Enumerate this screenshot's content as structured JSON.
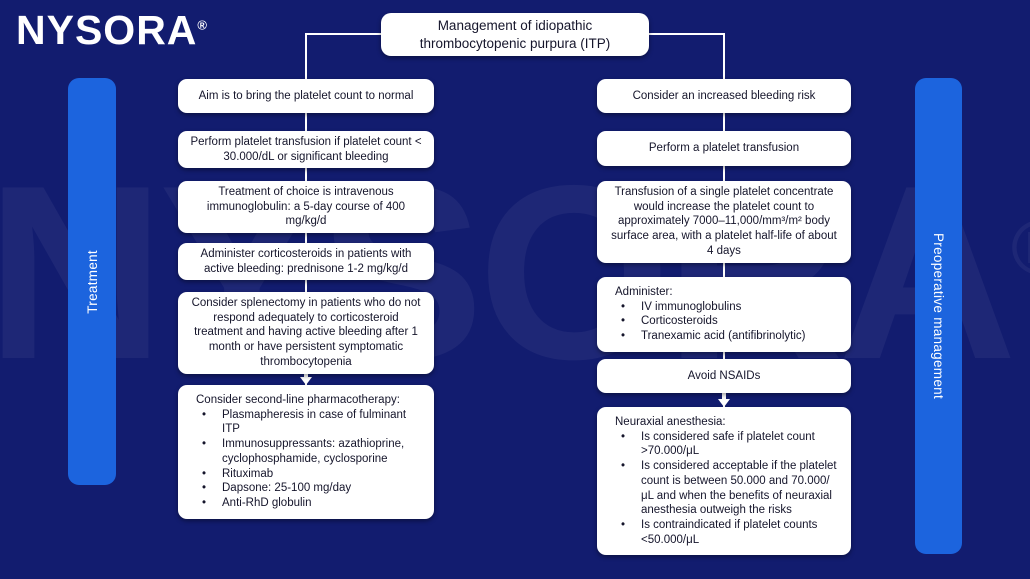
{
  "brand": {
    "logo_text": "NYSORA",
    "registered_mark": "®"
  },
  "watermark": {
    "text": "NYSORA",
    "registered_mark": "®"
  },
  "colors": {
    "background": "#121C6F",
    "lane_blue": "#1C64DE",
    "box_bg": "#FFFFFF",
    "box_text": "#15152B",
    "connector": "#FFFFFF"
  },
  "flowchart": {
    "title": "Management of idiopathic thrombocytopenic purpura (ITP)",
    "lanes": {
      "treatment": {
        "label": "Treatment",
        "boxes": [
          {
            "text": "Aim is to bring the platelet count to normal"
          },
          {
            "text": "Perform platelet transfusion if platelet count < 30.000/dL or significant bleeding"
          },
          {
            "text": "Treatment of choice is intravenous immunoglobulin: a 5-day course of 400 mg/kg/d"
          },
          {
            "text": "Administer corticosteroids in patients with active bleeding: prednisone 1-2 mg/kg/d"
          },
          {
            "text": "Consider splenectomy in patients who do not respond adequately to corticosteroid treatment and having active bleeding after 1 month or have persistent symptomatic thrombocytopenia"
          },
          {
            "header": "Consider second-line pharmacotherapy:",
            "bullets": [
              "Plasmapheresis in case of fulminant ITP",
              "Immunosuppressants: azathioprine, cyclophosphamide, cyclosporine",
              "Rituximab",
              "Dapsone: 25-100 mg/day",
              "Anti-RhD globulin"
            ]
          }
        ]
      },
      "preoperative": {
        "label": "Preoperative management",
        "boxes": [
          {
            "text": "Consider an increased bleeding risk"
          },
          {
            "text": "Perform a platelet transfusion"
          },
          {
            "text": "Transfusion of a single platelet concentrate would increase the platelet count to approximately 7000–11,000/mm³/m² body surface area, with a platelet half-life of about 4 days"
          },
          {
            "header": "Administer:",
            "bullets": [
              "IV immunoglobulins",
              "Corticosteroids",
              "Tranexamic acid (antifibrinolytic)"
            ]
          },
          {
            "text": "Avoid NSAIDs"
          },
          {
            "header": "Neuraxial anesthesia:",
            "bullets": [
              "Is considered safe if platelet count >70.000/μL",
              "Is considered acceptable if the platelet count is between 50.000 and 70.000/μL and when the benefits of neuraxial anesthesia outweigh the risks",
              "Is contraindicated if platelet counts <50.000/μL"
            ]
          }
        ]
      }
    }
  }
}
